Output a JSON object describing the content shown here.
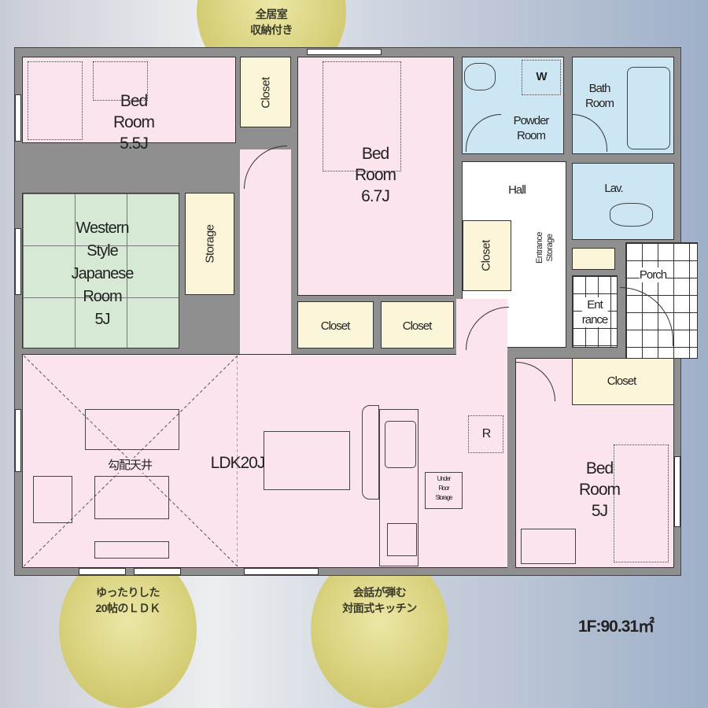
{
  "callouts": {
    "top": "全居室\n収納付き",
    "bottom_left": "ゆったりした\n20帖のＬＤＫ",
    "bottom_middle": "会話が弾む\n対面式キッチン"
  },
  "floor_area": "1F:90.31㎡",
  "rooms": {
    "bed_55": "Bed\nRoom\n5.5J",
    "bed_67": "Bed\nRoom\n6.7J",
    "bed_5": "Bed\nRoom\n5J",
    "western_japanese": "Western\nStyle\nJapanese\nRoom\n5J",
    "closet": "Closet",
    "storage": "Storage",
    "powder": "Powder\nRoom",
    "bath": "Bath\nRoom",
    "washer": "W",
    "hall": "Hall",
    "lav": "Lav.",
    "entrance_storage": "Entrance\nStorage",
    "porch": "Porch",
    "entrance": "Ent\nrance",
    "ldk": "LDK20J",
    "sloped_ceiling": "勾配天井",
    "under_floor": "Under\nFloor\nStorage",
    "fridge": "R"
  }
}
